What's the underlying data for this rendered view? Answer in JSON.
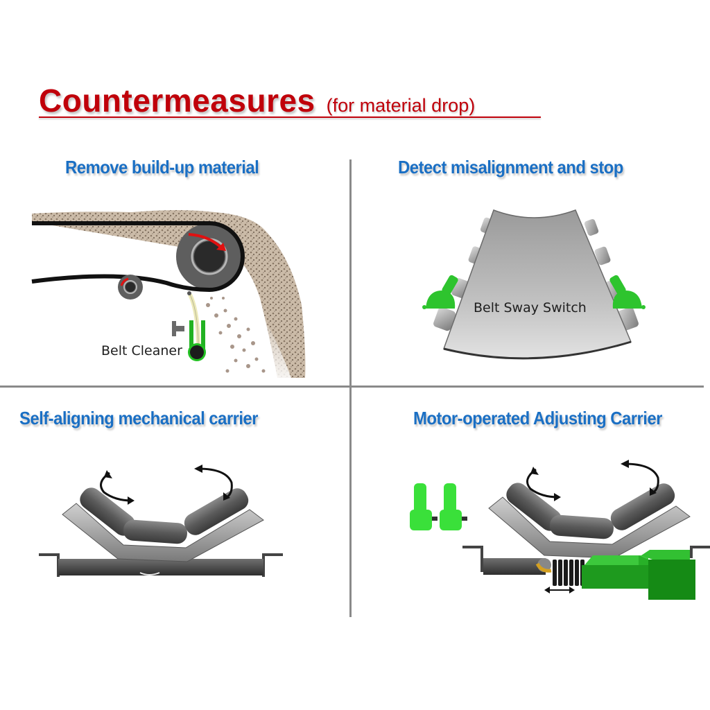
{
  "title": {
    "main": "Countermeasures",
    "sub": "(for material drop)",
    "color": "#c0000a"
  },
  "heading_color": "#1a6fc4",
  "panels": [
    {
      "heading": "Remove build-up material",
      "label": "Belt Cleaner",
      "illustration": "conveyor-head-pulley-with-belt-cleaner"
    },
    {
      "heading": "Detect misalignment and stop",
      "label": "Belt Sway Switch",
      "illustration": "belt-with-sway-switches"
    },
    {
      "heading": "Self-aligning mechanical carrier",
      "label": "",
      "illustration": "troughing-idler-on-pivot"
    },
    {
      "heading": "Motor-operated Adjusting Carrier",
      "label": "",
      "illustration": "troughing-idler-with-actuator"
    }
  ],
  "colors": {
    "accent_green": "#2ecc2e",
    "motor_green": "#1a9a1a",
    "divider": "#8a8a8a",
    "arrow_red": "#e01010"
  }
}
